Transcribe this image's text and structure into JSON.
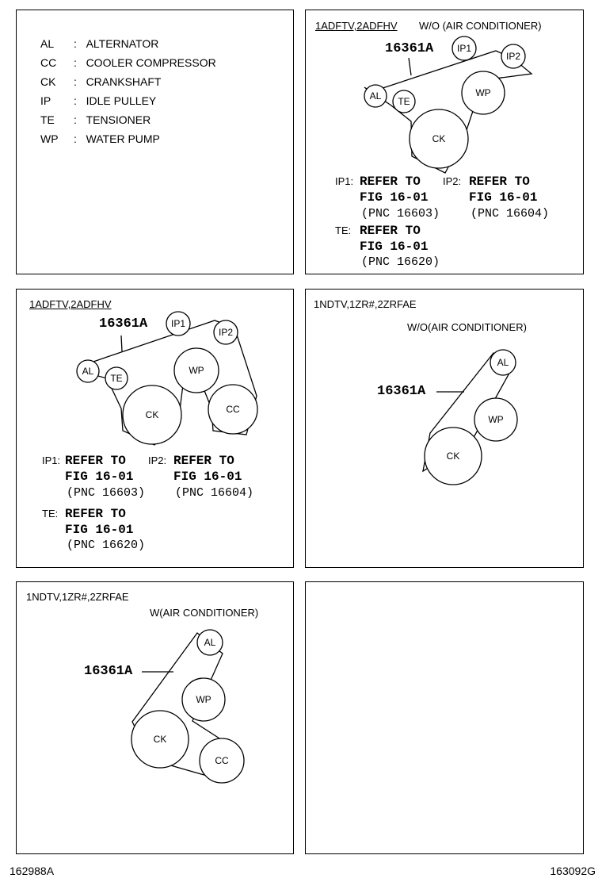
{
  "legend": [
    {
      "abbr": "AL",
      "sep": ":",
      "name": "ALTERNATOR"
    },
    {
      "abbr": "CC",
      "sep": ":",
      "name": "COOLER COMPRESSOR"
    },
    {
      "abbr": "CK",
      "sep": ":",
      "name": "CRANKSHAFT"
    },
    {
      "abbr": "IP",
      "sep": ":",
      "name": "IDLE PULLEY"
    },
    {
      "abbr": "TE",
      "sep": ":",
      "name": "TENSIONER"
    },
    {
      "abbr": "WP",
      "sep": ":",
      "name": "WATER PUMP"
    }
  ],
  "panel2": {
    "model": "1ADFTV,2ADFHV",
    "condition": "W/O (AIR CONDITIONER)",
    "part": "16361A",
    "pulleys": {
      "ip1": "IP1",
      "ip2": "IP2",
      "al": "AL",
      "te": "TE",
      "wp": "WP",
      "ck": "CK"
    },
    "refs": {
      "ip1_key": "IP1:",
      "ip2_key": "IP2:",
      "te_key": "TE:",
      "refer": "REFER TO",
      "fig": "FIG 16-01",
      "ip1_pnc": "(PNC 16603)",
      "ip2_pnc": "(PNC 16604)",
      "te_pnc": "(PNC 16620)"
    }
  },
  "panel3": {
    "model": "1ADFTV,2ADFHV",
    "part": "16361A",
    "pulleys": {
      "ip1": "IP1",
      "ip2": "IP2",
      "al": "AL",
      "te": "TE",
      "wp": "WP",
      "ck": "CK",
      "cc": "CC"
    },
    "refs": {
      "ip1_key": "IP1:",
      "ip2_key": "IP2:",
      "te_key": "TE:",
      "refer": "REFER TO",
      "fig": "FIG 16-01",
      "ip1_pnc": "(PNC 16603)",
      "ip2_pnc": "(PNC 16604)",
      "te_pnc": "(PNC 16620)"
    }
  },
  "panel4": {
    "model": "1NDTV,1ZR#,2ZRFAE",
    "condition": "W/O(AIR CONDITIONER)",
    "part": "16361A",
    "pulleys": {
      "al": "AL",
      "wp": "WP",
      "ck": "CK"
    }
  },
  "panel5": {
    "model": "1NDTV,1ZR#,2ZRFAE",
    "condition": "W(AIR CONDITIONER)",
    "part": "16361A",
    "pulleys": {
      "al": "AL",
      "wp": "WP",
      "ck": "CK",
      "cc": "CC"
    }
  },
  "footer": {
    "left": "162988A",
    "right": "163092G"
  }
}
